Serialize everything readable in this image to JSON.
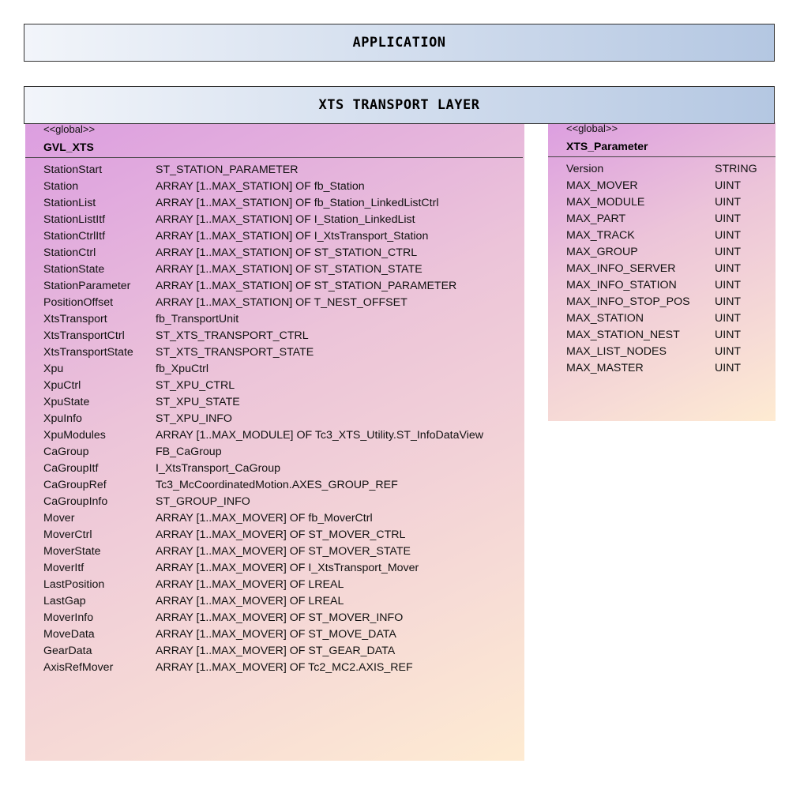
{
  "layers": {
    "application": "APPLICATION",
    "transport": "XTS TRANSPORT LAYER"
  },
  "gvl": {
    "stereotype": "<<global>>",
    "name": "GVL_XTS",
    "rows": [
      {
        "name": "StationStart",
        "type": "ST_STATION_PARAMETER"
      },
      {
        "name": "Station",
        "type": "ARRAY [1..MAX_STATION] OF fb_Station"
      },
      {
        "name": "StationList",
        "type": "ARRAY [1..MAX_STATION] OF fb_Station_LinkedListCtrl"
      },
      {
        "name": "StationListItf",
        "type": "ARRAY [1..MAX_STATION] OF I_Station_LinkedList"
      },
      {
        "name": "StationCtrlItf",
        "type": "ARRAY [1..MAX_STATION] OF I_XtsTransport_Station"
      },
      {
        "name": "StationCtrl",
        "type": "ARRAY [1..MAX_STATION] OF ST_STATION_CTRL"
      },
      {
        "name": "StationState",
        "type": "ARRAY [1..MAX_STATION] OF ST_STATION_STATE"
      },
      {
        "name": "StationParameter",
        "type": "ARRAY [1..MAX_STATION] OF ST_STATION_PARAMETER"
      },
      {
        "name": "PositionOffset",
        "type": "ARRAY [1..MAX_STATION] OF T_NEST_OFFSET"
      },
      {
        "name": "XtsTransport",
        "type": "fb_TransportUnit"
      },
      {
        "name": "XtsTransportCtrl",
        "type": "ST_XTS_TRANSPORT_CTRL"
      },
      {
        "name": "XtsTransportState",
        "type": "ST_XTS_TRANSPORT_STATE"
      },
      {
        "name": "Xpu",
        "type": "fb_XpuCtrl"
      },
      {
        "name": "XpuCtrl",
        "type": "ST_XPU_CTRL"
      },
      {
        "name": "XpuState",
        "type": "ST_XPU_STATE"
      },
      {
        "name": "XpuInfo",
        "type": "ST_XPU_INFO"
      },
      {
        "name": "XpuModules",
        "type": "ARRAY [1..MAX_MODULE] OF Tc3_XTS_Utility.ST_InfoDataView"
      },
      {
        "name": "CaGroup",
        "type": "FB_CaGroup"
      },
      {
        "name": "CaGroupItf",
        "type": "I_XtsTransport_CaGroup"
      },
      {
        "name": "CaGroupRef",
        "type": "Tc3_McCoordinatedMotion.AXES_GROUP_REF"
      },
      {
        "name": "CaGroupInfo",
        "type": "ST_GROUP_INFO"
      },
      {
        "name": "Mover",
        "type": "ARRAY [1..MAX_MOVER] OF fb_MoverCtrl"
      },
      {
        "name": "MoverCtrl",
        "type": "ARRAY [1..MAX_MOVER] OF ST_MOVER_CTRL"
      },
      {
        "name": "MoverState",
        "type": "ARRAY [1..MAX_MOVER] OF ST_MOVER_STATE"
      },
      {
        "name": "MoverItf",
        "type": "ARRAY [1..MAX_MOVER] OF I_XtsTransport_Mover"
      },
      {
        "name": "LastPosition",
        "type": "ARRAY [1..MAX_MOVER] OF LREAL"
      },
      {
        "name": "LastGap",
        "type": "ARRAY [1..MAX_MOVER] OF LREAL"
      },
      {
        "name": "MoverInfo",
        "type": "ARRAY [1..MAX_MOVER] OF ST_MOVER_INFO"
      },
      {
        "name": "MoveData",
        "type": "ARRAY [1..MAX_MOVER] OF ST_MOVE_DATA"
      },
      {
        "name": "GearData",
        "type": "ARRAY [1..MAX_MOVER] OF ST_GEAR_DATA"
      },
      {
        "name": "AxisRefMover",
        "type": "ARRAY [1..MAX_MOVER] OF Tc2_MC2.AXIS_REF"
      }
    ]
  },
  "param": {
    "stereotype": "<<global>>",
    "name": "XTS_Parameter",
    "rows": [
      {
        "name": "Version",
        "type": "STRING"
      },
      {
        "name": "MAX_MOVER",
        "type": "UINT"
      },
      {
        "name": "MAX_MODULE",
        "type": "UINT"
      },
      {
        "name": "MAX_PART",
        "type": "UINT"
      },
      {
        "name": "MAX_TRACK",
        "type": "UINT"
      },
      {
        "name": "MAX_GROUP",
        "type": "UINT"
      },
      {
        "name": "MAX_INFO_SERVER",
        "type": "UINT"
      },
      {
        "name": "MAX_INFO_STATION",
        "type": "UINT"
      },
      {
        "name": "MAX_INFO_STOP_POS",
        "type": "UINT"
      },
      {
        "name": "MAX_STATION",
        "type": "UINT"
      },
      {
        "name": "MAX_STATION_NEST",
        "type": "UINT"
      },
      {
        "name": "MAX_LIST_NODES",
        "type": "UINT"
      },
      {
        "name": "MAX_MASTER",
        "type": "UINT"
      }
    ]
  }
}
